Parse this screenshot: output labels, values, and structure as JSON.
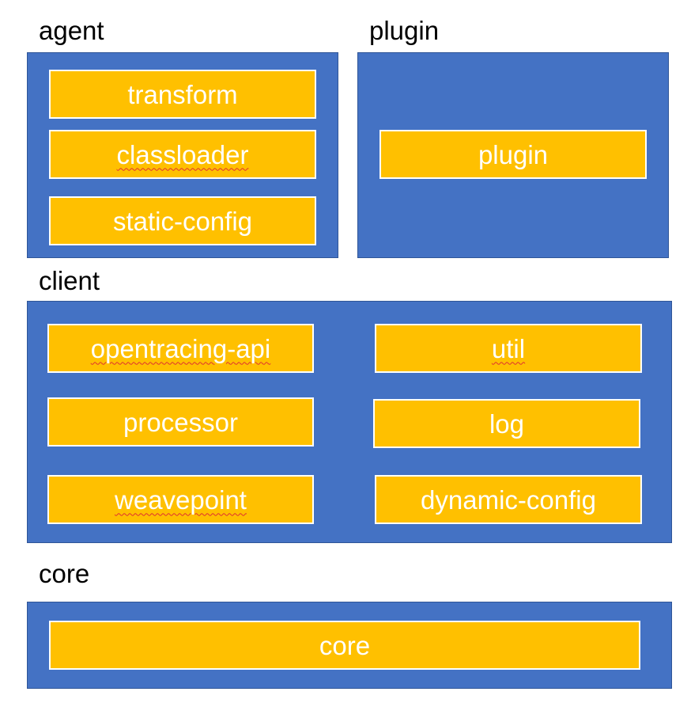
{
  "sections": {
    "agent": {
      "label": "agent",
      "modules": [
        "transform",
        "classloader",
        "static-config"
      ]
    },
    "plugin": {
      "label": "plugin",
      "modules": [
        "plugin"
      ]
    },
    "client": {
      "label": "client",
      "modules": [
        "opentracing-api",
        "util",
        "processor",
        "log",
        "weavepoint",
        "dynamic-config"
      ]
    },
    "core": {
      "label": "core",
      "modules": [
        "core"
      ]
    }
  },
  "colors": {
    "panel": "#4472C4",
    "module": "#FFC000",
    "module_text": "#FFFFFF",
    "spellcheck_underline": "#E03030"
  }
}
